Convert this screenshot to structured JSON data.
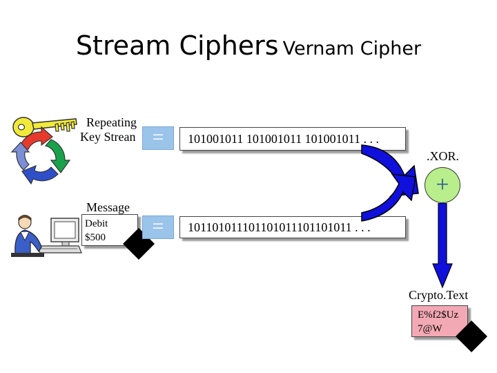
{
  "title": {
    "main": "Stream Ciphers",
    "sub": "Vernam Cipher"
  },
  "key": {
    "label_line1": "Repeating",
    "label_line2": "Key Strean",
    "equals": "=",
    "bits": "101001011 101001011 101001011 . . ."
  },
  "message": {
    "label": "Message",
    "plaintext_line1": "Debit",
    "plaintext_line2": "$500",
    "equals": "=",
    "bits": "101101011101101011101101011 . . ."
  },
  "xor": {
    "label": ".XOR.",
    "symbol": "+"
  },
  "output": {
    "label": "Crypto.Text",
    "ciphertext_line1": "E%f2$Uz",
    "ciphertext_line2": "7@W"
  },
  "colors": {
    "arrow_blue": "#1010dd",
    "equals_blue": "#9bc4ea",
    "xor_green": "#b9ee8c",
    "cipher_pink": "#f3a9b4",
    "key_gold": "#f2ea3a"
  },
  "icons": [
    "key-icon",
    "cycle-arrows-icon",
    "office-worker-computer-icon",
    "merge-arrow-icon",
    "down-arrow-icon",
    "diamond-icon"
  ]
}
